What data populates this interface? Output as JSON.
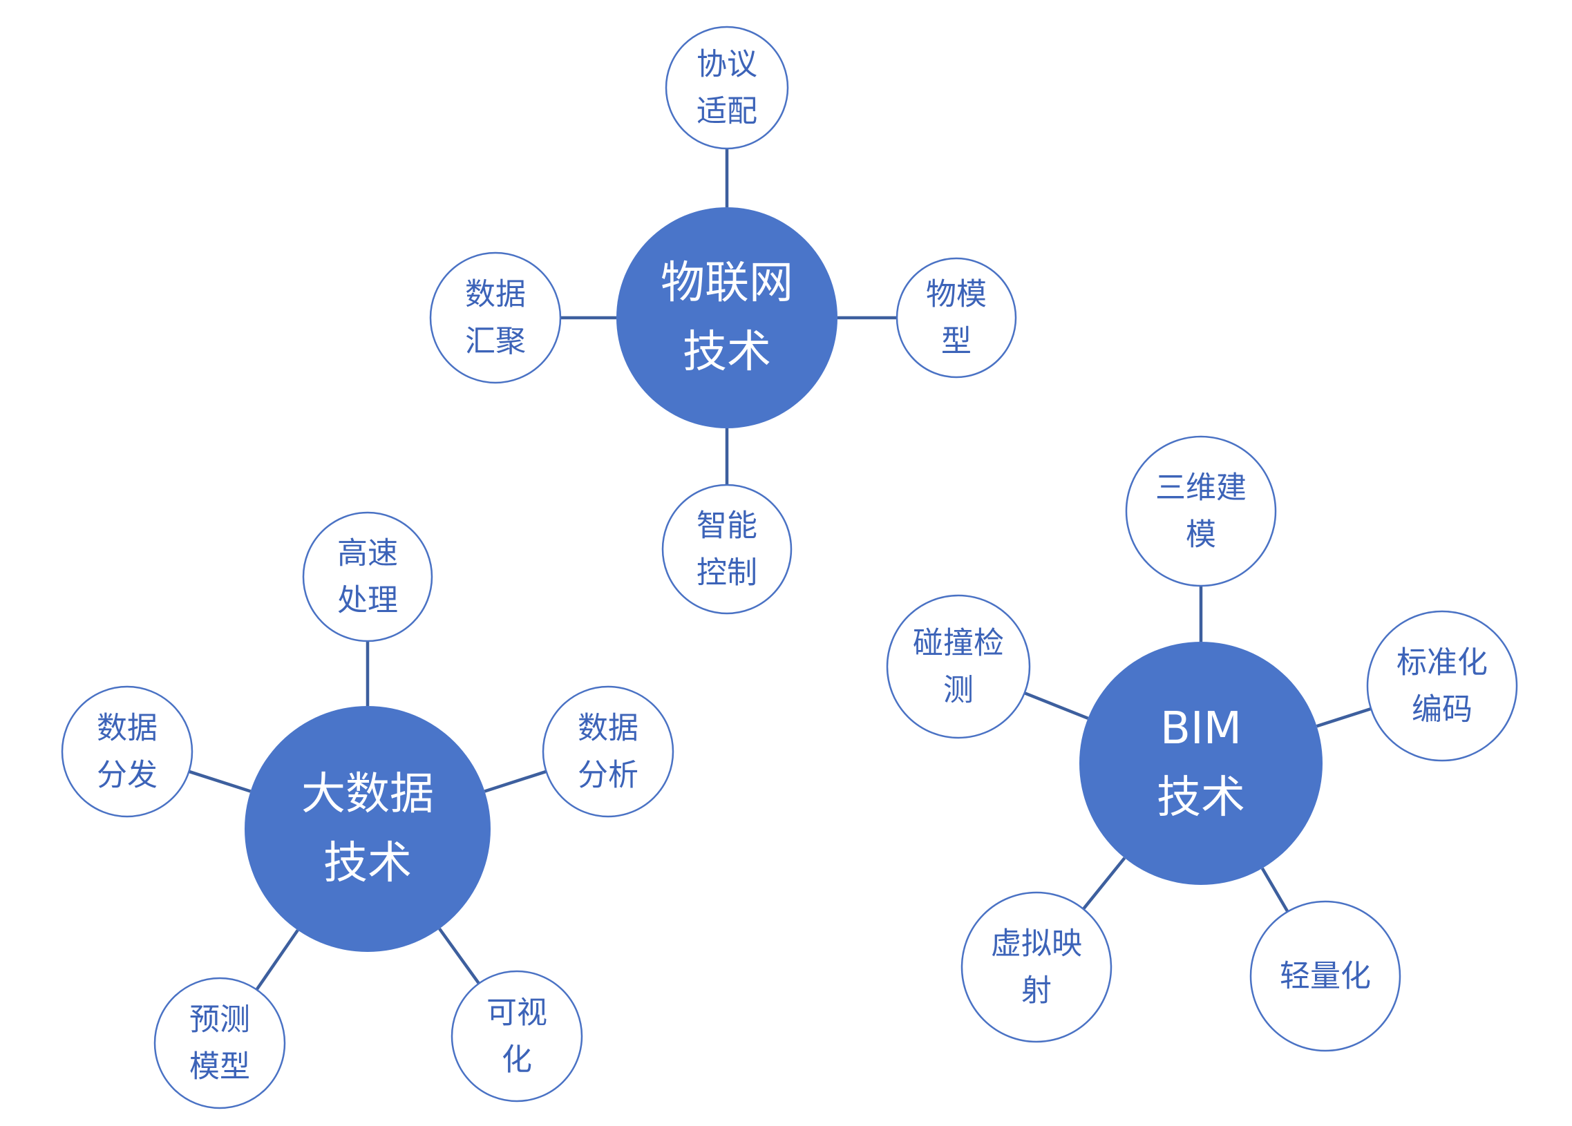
{
  "colors": {
    "hub_fill": "#4a75c9",
    "leaf_border": "#4a72c4",
    "leaf_text": "#3c63b8",
    "connector": "#3d5f9e",
    "background": "#ffffff"
  },
  "clusters": [
    {
      "id": "iot",
      "hub": {
        "lines": [
          "物联网",
          "技术"
        ]
      },
      "leaves": [
        {
          "id": "protocol",
          "lines": [
            "协议",
            "适配"
          ]
        },
        {
          "id": "object-model",
          "lines": [
            "物模",
            "型"
          ]
        },
        {
          "id": "smart-control",
          "lines": [
            "智能",
            "控制"
          ]
        },
        {
          "id": "data-aggregation",
          "lines": [
            "数据",
            "汇聚"
          ]
        }
      ]
    },
    {
      "id": "bigdata",
      "hub": {
        "lines": [
          "大数据",
          "技术"
        ]
      },
      "leaves": [
        {
          "id": "high-speed",
          "lines": [
            "高速",
            "处理"
          ]
        },
        {
          "id": "data-analysis",
          "lines": [
            "数据",
            "分析"
          ]
        },
        {
          "id": "visualization",
          "lines": [
            "可视",
            "化"
          ]
        },
        {
          "id": "prediction-model",
          "lines": [
            "预测",
            "模型"
          ]
        },
        {
          "id": "data-distribution",
          "lines": [
            "数据",
            "分发"
          ]
        }
      ]
    },
    {
      "id": "bim",
      "hub": {
        "lines": [
          "BIM",
          "技术"
        ]
      },
      "leaves": [
        {
          "id": "3d-modeling",
          "lines": [
            "三维建",
            "模"
          ]
        },
        {
          "id": "standard-coding",
          "lines": [
            "标准化",
            "编码"
          ]
        },
        {
          "id": "lightweight",
          "lines": [
            "轻量化"
          ]
        },
        {
          "id": "virtual-mapping",
          "lines": [
            "虚拟映",
            "射"
          ]
        },
        {
          "id": "collision-detection",
          "lines": [
            "碰撞检",
            "测"
          ]
        }
      ]
    }
  ]
}
